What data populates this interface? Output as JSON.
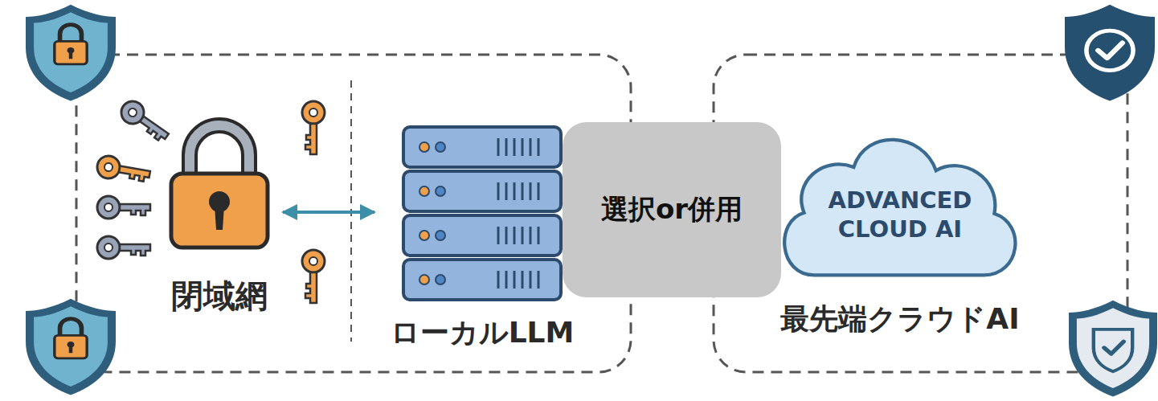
{
  "diagram": {
    "nodes": [
      {
        "text": [
          "閉域網"
        ]
      },
      {
        "text": [
          "ローカルLLM"
        ]
      },
      {
        "text": [
          "選択or併用"
        ]
      },
      {
        "text": [
          "ADVANCED CLOUD AI",
          "最先端クラウドAI"
        ]
      }
    ],
    "edges": [
      {
        "from": 0,
        "to": 1,
        "arrow": "both"
      }
    ]
  }
}
